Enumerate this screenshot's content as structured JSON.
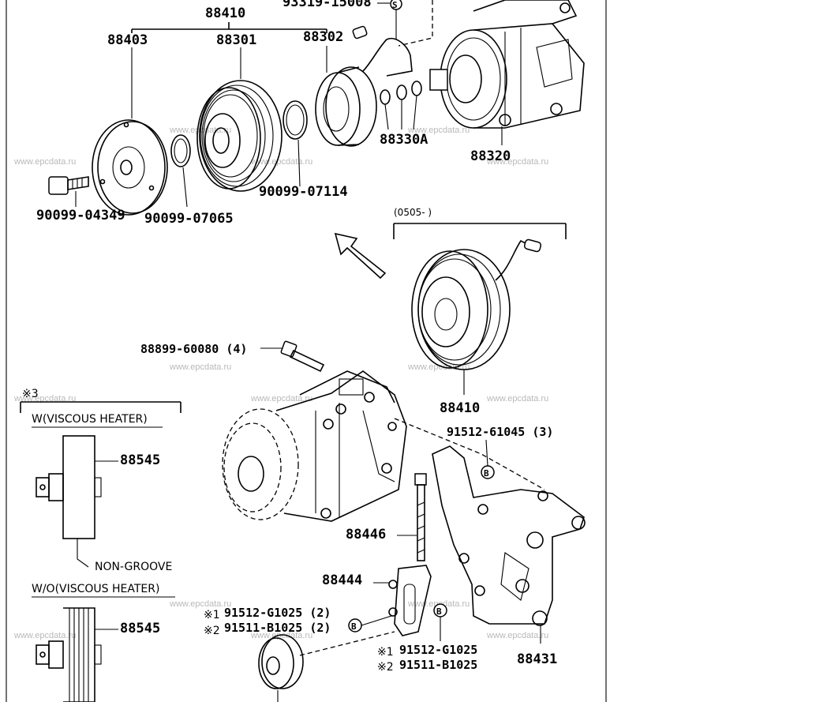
{
  "parts": {
    "p88410_top": "88410",
    "p88403": "88403",
    "p88301": "88301",
    "p88302": "88302",
    "p93319": "93319-15008",
    "p88330a": "88330A",
    "p88320": "88320",
    "p90099_04349": "90099-04349",
    "p90099_07065": "90099-07065",
    "p90099_07114": "90099-07114",
    "p88410_mid": "88410",
    "p88899": "88899-60080 (4)",
    "p91512_61045": "91512-61045 (3)",
    "p88545_a": "88545",
    "p88545_b": "88545",
    "p88446": "88446",
    "p88444": "88444",
    "p91512_g1025_2": "91512-G1025 (2)",
    "p91511_b1025_2": "91511-B1025 (2)",
    "p91512_g1025": "91512-G1025",
    "p91511_b1025": "91511-B1025",
    "p88431": "88431"
  },
  "notes": {
    "date_range": "(0505-      )",
    "mark3": "※3",
    "w_viscous": "W(VISCOUS HEATER)",
    "wo_viscous": "W/O(VISCOUS HEATER)",
    "non_groove": "NON-GROOVE",
    "mark1a": "※1",
    "mark2a": "※2",
    "mark1b": "※1",
    "mark2b": "※2",
    "callout_s": "S",
    "callout_b1": "B",
    "callout_b2": "B",
    "callout_b3": "B"
  },
  "watermark": "www.epcdata.ru"
}
